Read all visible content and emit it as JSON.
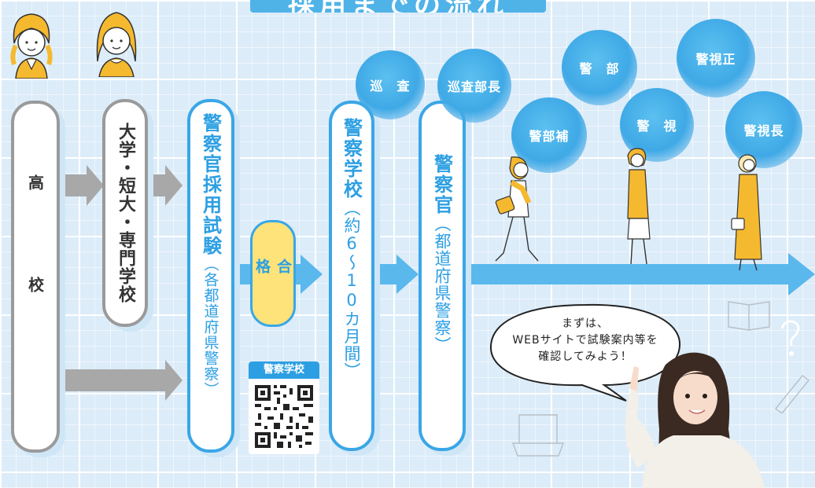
{
  "title": "採用までの流れ",
  "steps": {
    "high_school": "高校",
    "university": "大学・短大・専門学校",
    "exam_main": "警察官採用試験",
    "exam_sub": "（各都道府県警察）",
    "pass": "合格",
    "academy_main": "警察学校",
    "academy_sub": "（約6〜10カ月間）",
    "officer_main": "警察官",
    "officer_sub": "（都道府県警察）"
  },
  "qr_label": "警察学校",
  "ranks": [
    "巡　査",
    "巡査部長",
    "警部補",
    "警　部",
    "警　視",
    "警視正",
    "警視長"
  ],
  "speech": [
    "まずは、",
    "WEBサイトで試験案内等を",
    "確認してみよう！"
  ],
  "colors": {
    "accent": "#2c9fe3",
    "pass_fill": "#fde37a",
    "arrow_gray": "#a8a8a8",
    "arrow_blue": "#5ab8ec"
  }
}
